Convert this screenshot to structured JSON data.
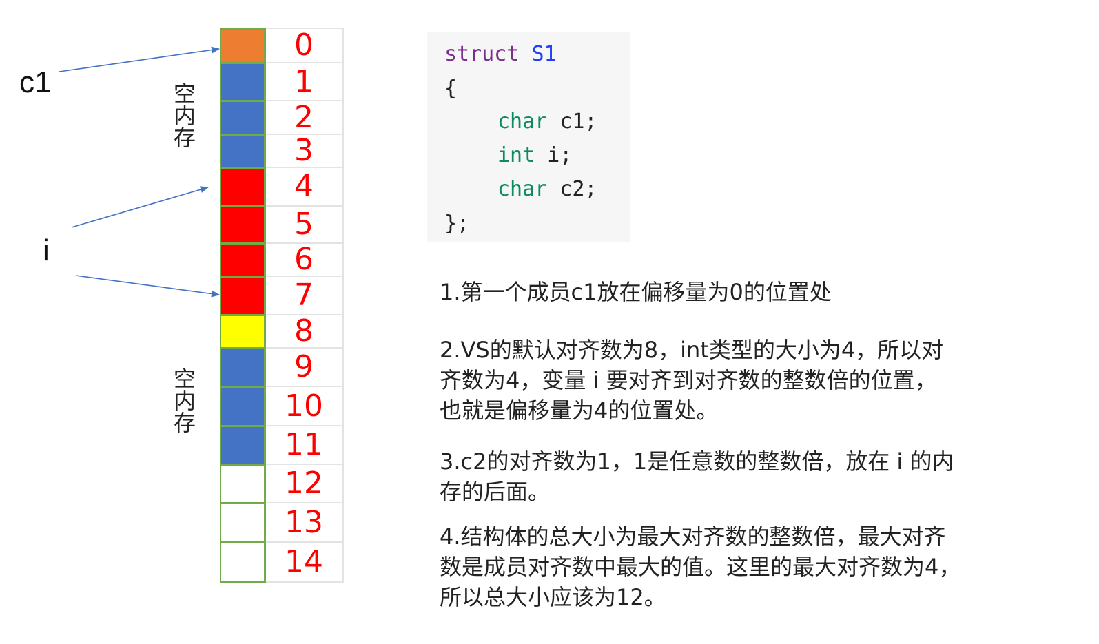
{
  "memory": {
    "cells": [
      {
        "index": "0",
        "color": "#ed7d31"
      },
      {
        "index": "1",
        "color": "#4472c4"
      },
      {
        "index": "2",
        "color": "#4472c4"
      },
      {
        "index": "3",
        "color": "#4472c4"
      },
      {
        "index": "4",
        "color": "#ff0000"
      },
      {
        "index": "5",
        "color": "#ff0000"
      },
      {
        "index": "6",
        "color": "#ff0000"
      },
      {
        "index": "7",
        "color": "#ff0000"
      },
      {
        "index": "8",
        "color": "#ffff00"
      },
      {
        "index": "9",
        "color": "#4472c4"
      },
      {
        "index": "10",
        "color": "#4472c4"
      },
      {
        "index": "11",
        "color": "#4472c4"
      },
      {
        "index": "12",
        "color": "#ffffff"
      },
      {
        "index": "13",
        "color": "#ffffff"
      },
      {
        "index": "14",
        "color": "#ffffff"
      }
    ],
    "gap_label_top": "空内存",
    "gap_label_bottom": "空内存"
  },
  "variables": {
    "c1": "c1",
    "i": "i"
  },
  "code": {
    "struct_kw": "struct",
    "struct_name": "S1",
    "open_brace": "{",
    "members": [
      {
        "type": "char",
        "name": "c1;"
      },
      {
        "type": "int",
        "name": "i;"
      },
      {
        "type": "char",
        "name": "c2;"
      }
    ],
    "close": "};"
  },
  "explanation": {
    "p1": [
      "1.第一个成员c1放在偏移量为0的位置处"
    ],
    "p2": [
      "2.VS的默认对齐数为8，int类型的大小为4，所以对",
      "齐数为4，变量 i 要对齐到对齐数的整数倍的位置，",
      "也就是偏移量为4的位置处。"
    ],
    "p3": [
      "3.c2的对齐数为1，1是任意数的整数倍，放在 i 的内",
      "存的后面。"
    ],
    "p4": [
      "4.结构体的总大小为最大对齐数的整数倍，最大对齐",
      "数是成员对齐数中最大的值。这里的最大对齐数为4，",
      "所以总大小应该为12。"
    ]
  },
  "colors": {
    "c1": "#ed7d31",
    "padding": "#4472c4",
    "i": "#ff0000",
    "c2": "#ffff00",
    "index_text": "#ff0000",
    "cell_border": "#6fac46",
    "arrow": "#4472c4"
  }
}
